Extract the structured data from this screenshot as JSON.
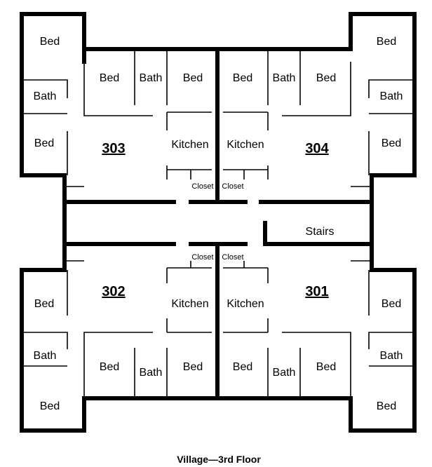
{
  "title": "Village—3rd Floor",
  "units": {
    "u301": "301",
    "u302": "302",
    "u303": "303",
    "u304": "304"
  },
  "rooms": {
    "bed": "Bed",
    "bath": "Bath",
    "kitchen": "Kitchen",
    "closet": "Closet",
    "stairs": "Stairs"
  }
}
